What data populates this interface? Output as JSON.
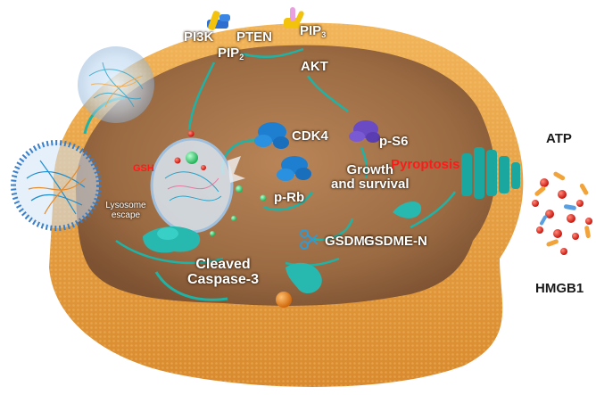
{
  "labels": {
    "pi3k": "PI3K",
    "pten": "PTEN",
    "pip3_main": "PIP",
    "pip3_sub": "3",
    "pip2_main": "PIP",
    "pip2_sub": "2",
    "akt": "AKT",
    "gsh": "GSH",
    "cdk4": "CDK4",
    "ps6": "p-S6",
    "growth_line1": "Growth",
    "growth_line2": "and survival",
    "pyroptosis": "Pyroptosis",
    "prb": "p-Rb",
    "lysosome_line1": "Lysosome",
    "lysosome_line2": "escape",
    "gsdme": "GSDME",
    "gsdmen": "GSDME-N",
    "cleaved_line1": "Cleaved",
    "cleaved_line2": "Caspase-3",
    "atp": "ATP",
    "hmgb1": "HMGB1"
  },
  "colors": {
    "membrane": "#e9a449",
    "cytoplasm": "#a97549",
    "nucleus_rim": "#d98f3a",
    "pathway_arrow": "#1fb3a6",
    "protein_blue": "#1e7fd0",
    "protein_purple": "#6b4bc4",
    "protein_teal": "#27b8b0",
    "pyroptosis_red": "#ff1a1a",
    "damp_red": "#e8201a"
  },
  "icons": [
    "nanoparticle-icon",
    "scissors-icon",
    "pore-channel-icon"
  ]
}
